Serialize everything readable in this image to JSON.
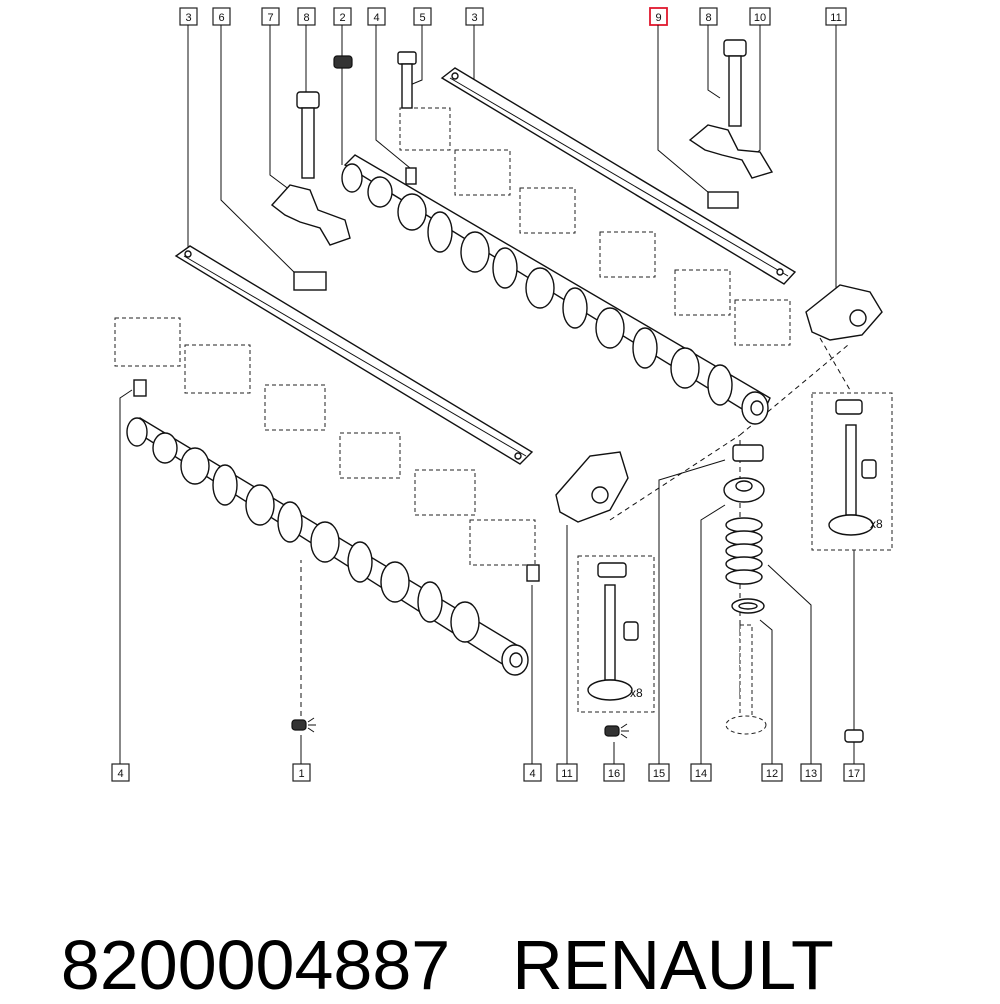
{
  "callouts": {
    "top": [
      "3",
      "6",
      "7",
      "8",
      "2",
      "4",
      "5",
      "3",
      "9",
      "8",
      "10",
      "11"
    ],
    "bottom": [
      "4",
      "1",
      "4",
      "11",
      "16",
      "15",
      "14",
      "12",
      "13",
      "17"
    ]
  },
  "highlighted_callout": "9",
  "quantity_labels": [
    "x8",
    "x8"
  ],
  "footer": {
    "part_number": "8200004887",
    "brand": "RENAULT"
  },
  "colors": {
    "highlight": "#e0182d",
    "ink": "#111111",
    "background": "#ffffff"
  }
}
